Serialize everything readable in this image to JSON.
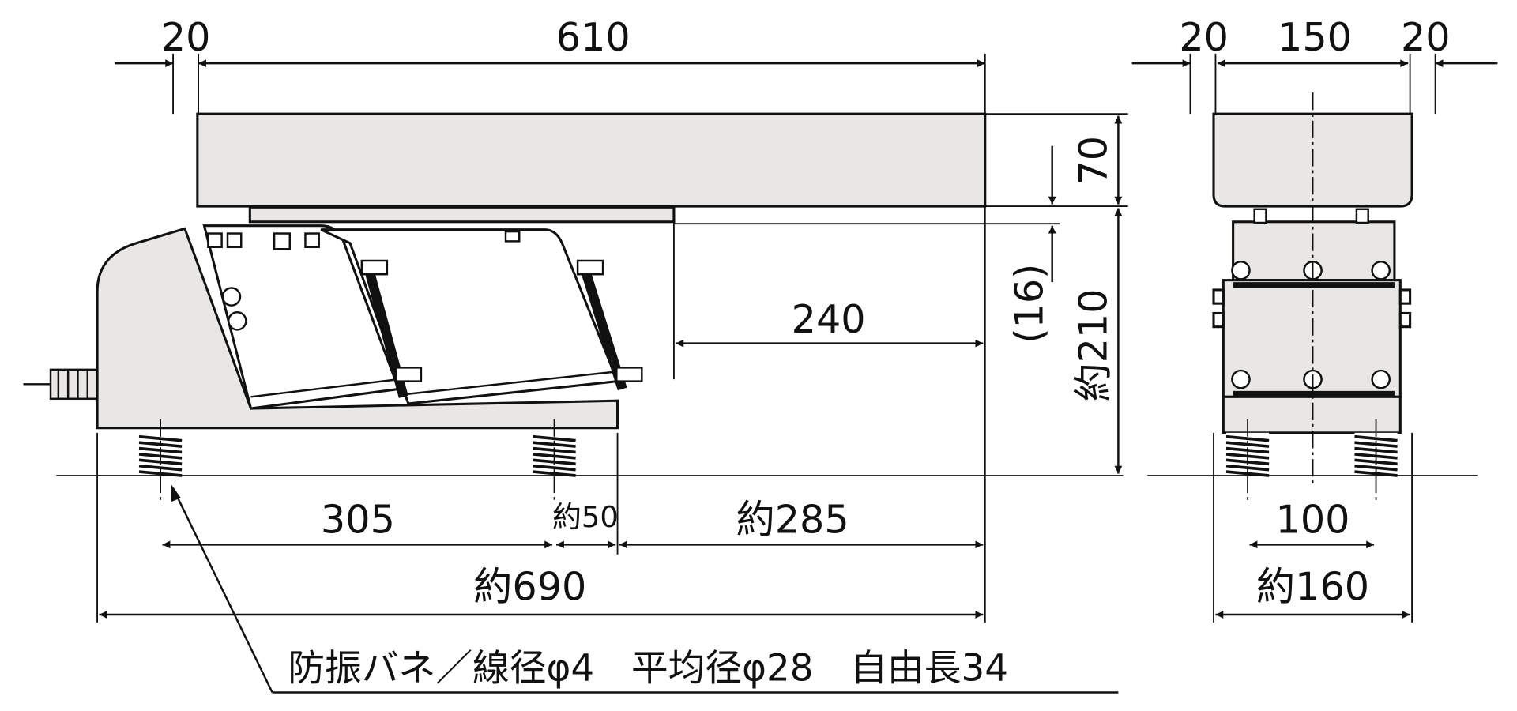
{
  "title": "防振バネ付き振動フィーダ外形寸法図",
  "front_view": {
    "dim_top_left": "20",
    "dim_top_length": "610",
    "dim_240": "240",
    "dim_16": "(16)",
    "dim_70": "70",
    "dim_height": "約210",
    "dim_305": "305",
    "dim_50": "約50",
    "dim_285": "約285",
    "dim_690": "約690"
  },
  "side_view": {
    "dim_left": "20",
    "dim_width": "150",
    "dim_right": "20",
    "dim_100": "100",
    "dim_160": "約160"
  },
  "spring_note": "防振バネ／線径φ4　平均径φ28　自由長34"
}
